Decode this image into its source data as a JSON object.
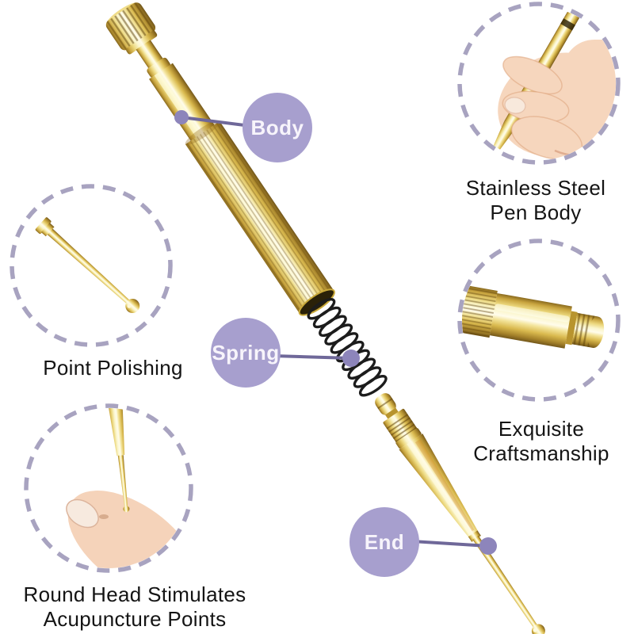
{
  "product_diagram": {
    "part_labels": {
      "body": "Body",
      "spring": "Spring",
      "end": "End"
    },
    "feature_callouts": {
      "stainless_steel": {
        "line1": "Stainless Steel",
        "line2": "Pen Body"
      },
      "exquisite": {
        "line1": "Exquisite",
        "line2": "Craftsmanship"
      },
      "point_polishing": {
        "line1": "Point Polishing"
      },
      "round_head": {
        "line1": "Round Head Stimulates",
        "line2": "Acupuncture Points"
      }
    }
  },
  "colors": {
    "label_circle": "#a79fce",
    "label_text": "#f7f4fb",
    "connector_line": "#6f6899",
    "connector_dot": "#8d85bb",
    "dashed_circle": "#a8a3c0",
    "caption_text": "#141414",
    "gold_light": "#fdf8d0",
    "gold_mid": "#e3c561",
    "gold_dark": "#8a6a1e",
    "spring_coil": "#1c1c1c",
    "skin": "#f6d6bd",
    "background": "#ffffff"
  }
}
